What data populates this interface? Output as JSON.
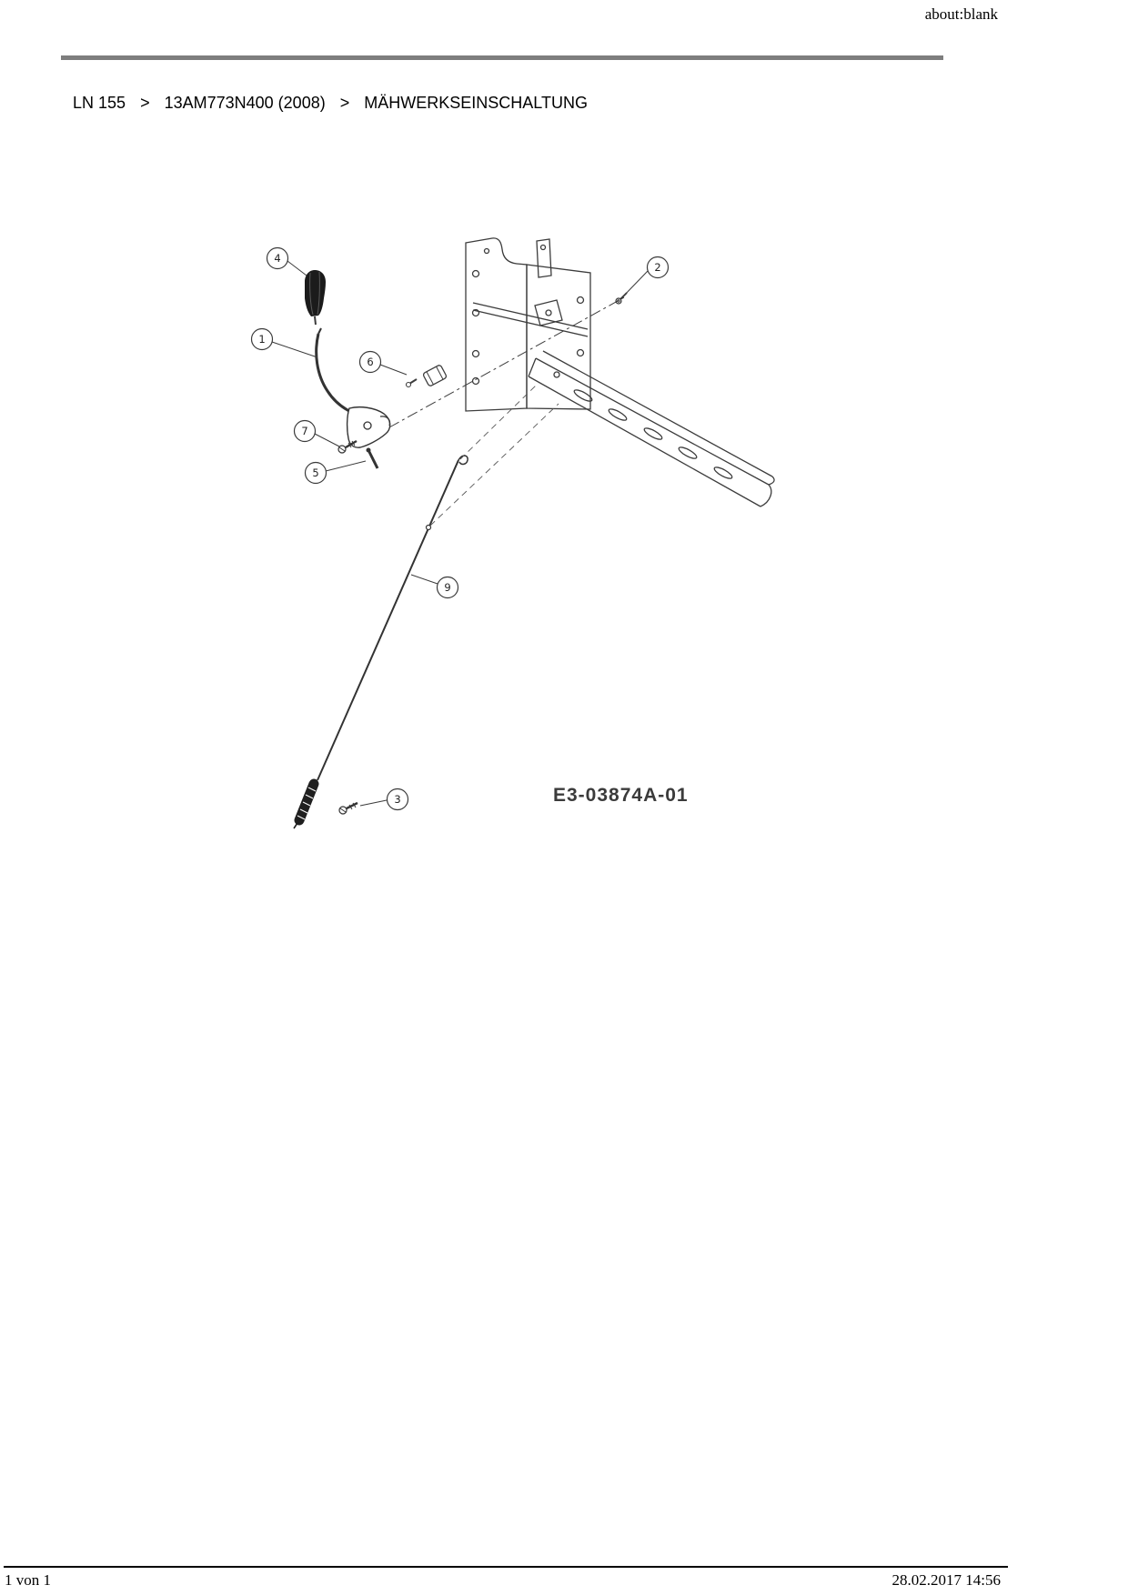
{
  "page": {
    "header_url": "about:blank",
    "footer_page": "1 von 1",
    "footer_datetime": "28.02.2017 14:56"
  },
  "breadcrumb": {
    "separator": ">",
    "items": [
      "LN 155",
      "13AM773N400 (2008)",
      "MÄHWERKSEINSCHALTUNG"
    ]
  },
  "diagram": {
    "label": "E3-03874A-01",
    "callouts": [
      {
        "number": "4"
      },
      {
        "number": "1"
      },
      {
        "number": "6"
      },
      {
        "number": "7"
      },
      {
        "number": "5"
      },
      {
        "number": "2"
      },
      {
        "number": "9"
      },
      {
        "number": "3"
      }
    ]
  }
}
